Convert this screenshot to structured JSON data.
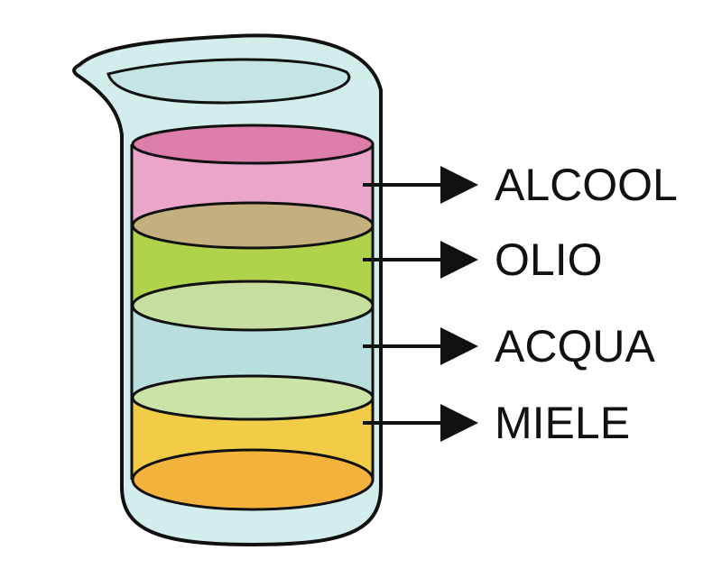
{
  "layers": [
    {
      "key": "alcool",
      "label": "ALCOOL",
      "color": "#E9A6C8",
      "top_color": "#DC7EA9",
      "bottom_color": "#C4B07E"
    },
    {
      "key": "olio",
      "label": "OLIO",
      "color": "#B1D24B",
      "bottom_color": "#C6DF9E"
    },
    {
      "key": "acqua",
      "label": "ACQUA",
      "color": "#B8DEDE",
      "bottom_color": "#CBE3A6"
    },
    {
      "key": "miele",
      "label": "MIELE",
      "color": "#F0CC47",
      "bottom_color": "#F2B23C"
    }
  ],
  "glass": {
    "fill": "#D3ECEC",
    "rim_fill": "#C4E5E4",
    "outline": "#111111"
  },
  "arrow_color": "#111111"
}
